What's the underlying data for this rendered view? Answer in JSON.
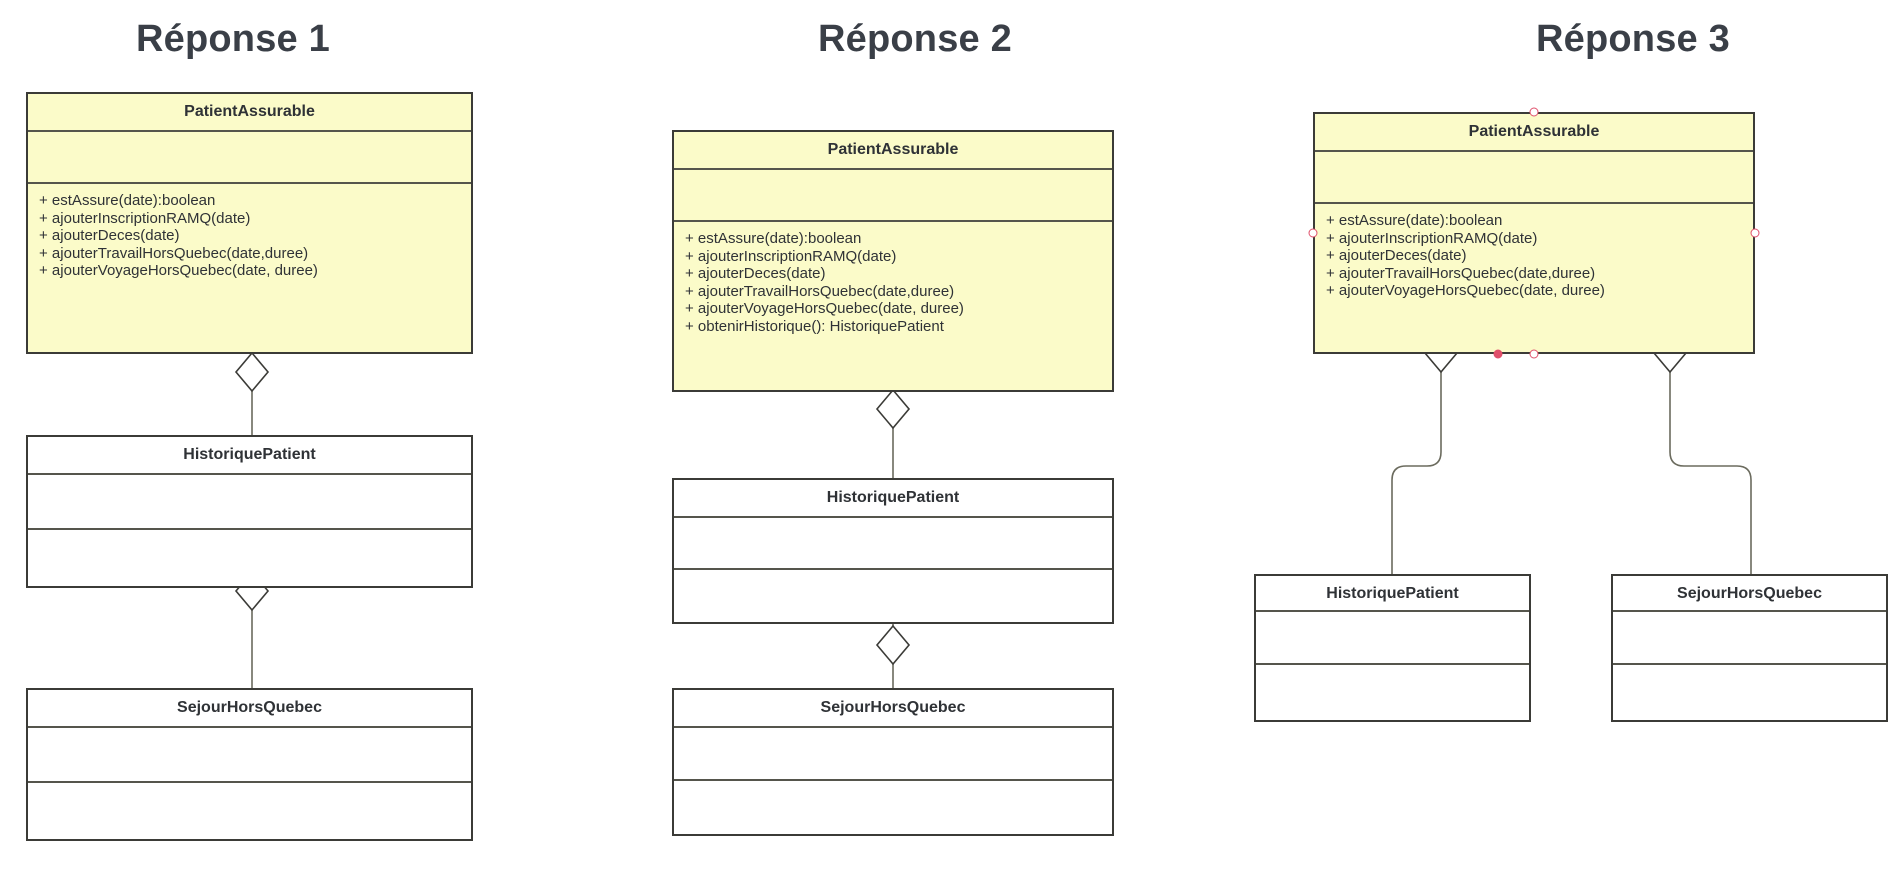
{
  "page": {
    "background": "#ffffff",
    "title_color": "#3a3f47",
    "class_fill_accent": "#fbfbc9",
    "class_fill_plain": "#ffffff",
    "class_border": "#3b3b37",
    "connector_color": "#6b6b5e",
    "selection_handle_color": "#e0506b"
  },
  "columns": [
    {
      "title": "Réponse 1"
    },
    {
      "title": "Réponse 2"
    },
    {
      "title": "Réponse 3"
    }
  ],
  "classes": {
    "r1_patient": {
      "name": "PatientAssurable",
      "attributes": [],
      "operations": [
        "+ estAssure(date):boolean",
        "+ ajouterInscriptionRAMQ(date)",
        "+ ajouterDeces(date)",
        "+ ajouterTravailHorsQuebec(date,duree)",
        "+ ajouterVoyageHorsQuebec(date, duree)"
      ]
    },
    "r1_historique": {
      "name": "HistoriquePatient",
      "attributes": [],
      "operations": []
    },
    "r1_sejour": {
      "name": "SejourHorsQuebec",
      "attributes": [],
      "operations": []
    },
    "r2_patient": {
      "name": "PatientAssurable",
      "attributes": [],
      "operations": [
        "+ estAssure(date):boolean",
        "+ ajouterInscriptionRAMQ(date)",
        "+ ajouterDeces(date)",
        "+ ajouterTravailHorsQuebec(date,duree)",
        "+ ajouterVoyageHorsQuebec(date, duree)",
        "+ obtenirHistorique(): HistoriquePatient"
      ]
    },
    "r2_historique": {
      "name": "HistoriquePatient",
      "attributes": [],
      "operations": []
    },
    "r2_sejour": {
      "name": "SejourHorsQuebec",
      "attributes": [],
      "operations": []
    },
    "r3_patient": {
      "name": "PatientAssurable",
      "attributes": [],
      "operations": [
        "+ estAssure(date):boolean",
        "+ ajouterInscriptionRAMQ(date)",
        "+ ajouterDeces(date)",
        "+ ajouterTravailHorsQuebec(date,duree)",
        "+ ajouterVoyageHorsQuebec(date, duree)"
      ]
    },
    "r3_historique": {
      "name": "HistoriquePatient",
      "attributes": [],
      "operations": []
    },
    "r3_sejour": {
      "name": "SejourHorsQuebec",
      "attributes": [],
      "operations": []
    }
  },
  "relations": [
    {
      "id": "r1-patient-historique",
      "kind": "aggregation",
      "from": "r1_patient",
      "to": "r1_historique"
    },
    {
      "id": "r1-historique-sejour",
      "kind": "aggregation",
      "from": "r1_historique",
      "to": "r1_sejour"
    },
    {
      "id": "r2-patient-historique",
      "kind": "aggregation",
      "from": "r2_patient",
      "to": "r2_historique"
    },
    {
      "id": "r2-historique-sejour",
      "kind": "aggregation",
      "from": "r2_historique",
      "to": "r2_sejour"
    },
    {
      "id": "r3-patient-historique",
      "kind": "aggregation",
      "from": "r3_patient",
      "to": "r3_historique"
    },
    {
      "id": "r3-patient-sejour",
      "kind": "aggregation",
      "from": "r3_patient",
      "to": "r3_sejour"
    }
  ],
  "selection": {
    "target": "r3_patient",
    "handles": [
      "top-center",
      "left-middle",
      "right-middle",
      "bottom-center",
      "bottom-center-left"
    ]
  }
}
